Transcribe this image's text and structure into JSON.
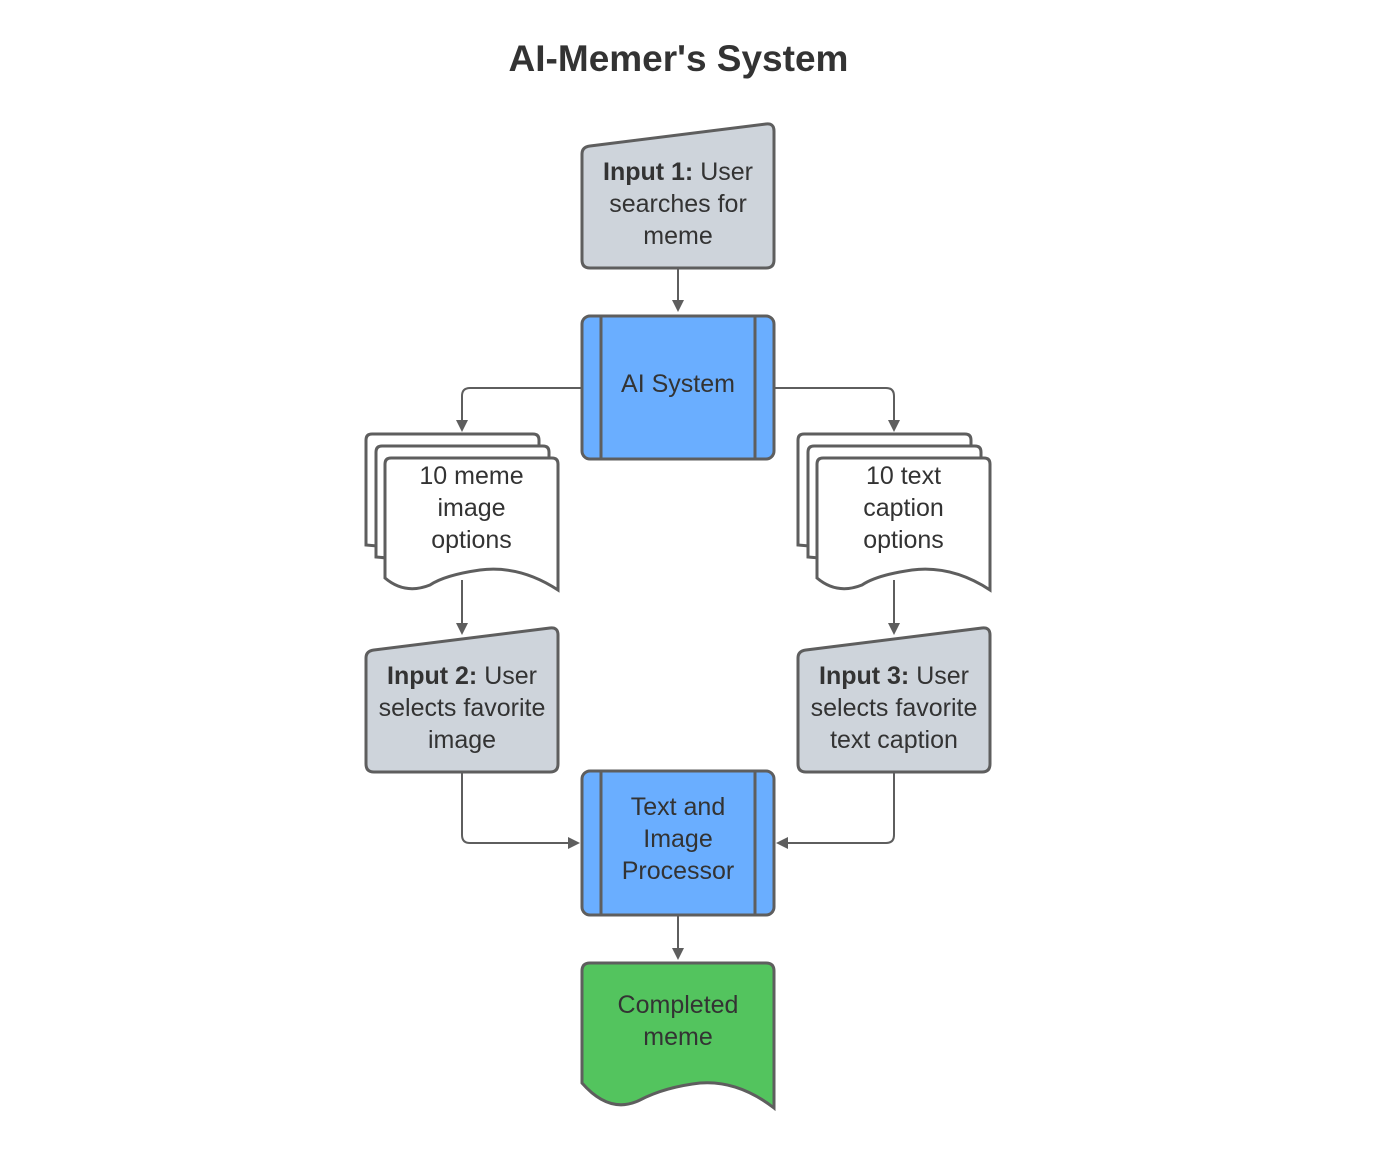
{
  "title": "AI-Memer's System",
  "colors": {
    "input_fill": "#ced4db",
    "process_fill": "#6aaeff",
    "document_fill": "#ffffff",
    "output_fill": "#53c45e",
    "stroke": "#5e5e5e",
    "text": "#333333"
  },
  "nodes": {
    "input1": {
      "bold": "Input 1:",
      "line1": " User",
      "line2": "searches for",
      "line3": "meme"
    },
    "ai_system": {
      "line1": "AI System"
    },
    "image_options": {
      "line1": "10 meme",
      "line2": "image",
      "line3": "options"
    },
    "caption_options": {
      "line1": "10 text",
      "line2": "caption",
      "line3": "options"
    },
    "input2": {
      "bold": "Input 2:",
      "line1": " User",
      "line2": "selects favorite",
      "line3": "image"
    },
    "input3": {
      "bold": "Input 3:",
      "line1": " User",
      "line2": "selects favorite",
      "line3": "text caption"
    },
    "processor": {
      "line1": "Text and",
      "line2": "Image",
      "line3": "Processor"
    },
    "completed": {
      "line1": "Completed",
      "line2": "meme"
    }
  },
  "edges": [
    {
      "from": "input1",
      "to": "ai_system"
    },
    {
      "from": "ai_system",
      "to": "image_options"
    },
    {
      "from": "ai_system",
      "to": "caption_options"
    },
    {
      "from": "image_options",
      "to": "input2"
    },
    {
      "from": "caption_options",
      "to": "input3"
    },
    {
      "from": "input2",
      "to": "processor"
    },
    {
      "from": "input3",
      "to": "processor"
    },
    {
      "from": "processor",
      "to": "completed"
    }
  ]
}
